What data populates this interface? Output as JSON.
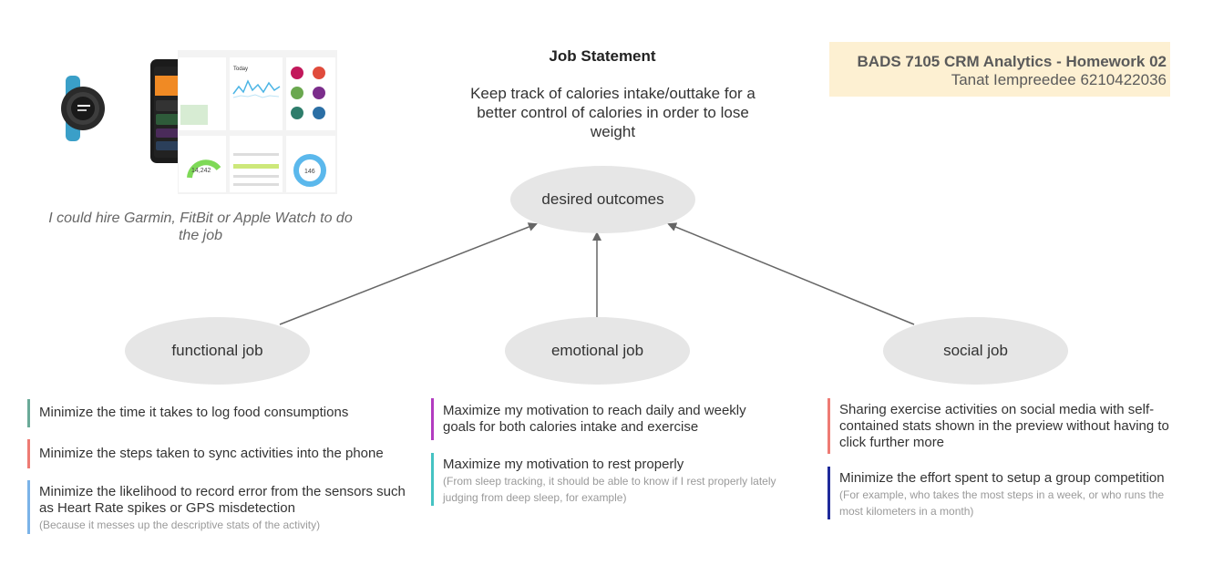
{
  "header": {
    "course_title": "BADS 7105 CRM Analytics - Homework 02",
    "author_line": "Tanat Iempreedee 6210422036"
  },
  "job_statement": {
    "title": "Job Statement",
    "text": "Keep track of calories intake/outtake for a better control of calories in order to lose weight"
  },
  "illustration": {
    "caption": "I could hire Garmin, FitBit or Apple Watch to do the job",
    "phone_value": "14,242",
    "gauge_value": "146",
    "dash_heading": "Today"
  },
  "nodes": {
    "outcomes": "desired outcomes",
    "functional": "functional job",
    "emotional": "emotional job",
    "social": "social job"
  },
  "functional_items": [
    {
      "text": "Minimize the time it takes to log food consumptions",
      "color": "#6aaa98"
    },
    {
      "text": "Minimize the steps taken to sync activities into the phone",
      "color": "#ee7b74"
    },
    {
      "text": "Minimize the likelihood to record error from the sensors such as Heart Rate spikes or GPS misdetection",
      "note": "(Because it messes up the descriptive stats of the activity)",
      "color": "#7bb3e8"
    }
  ],
  "emotional_items": [
    {
      "text": "Maximize my motivation to reach daily and weekly goals for both calories intake and exercise",
      "color": "#b23cc0"
    },
    {
      "text": "Maximize my motivation to rest properly",
      "note": "(From sleep tracking, it should be able to know if I rest properly lately judging from deep sleep, for example)",
      "color": "#45c3c3"
    }
  ],
  "social_items": [
    {
      "text": "Sharing exercise activities on social media with self-contained stats shown in the preview without having to click further more",
      "color": "#ee7b74"
    },
    {
      "text": "Minimize the effort spent to setup a group competition",
      "note": "(For example, who takes the most steps in a week, or who runs the most kilometers in a month)",
      "color": "#1f2a9a"
    }
  ]
}
